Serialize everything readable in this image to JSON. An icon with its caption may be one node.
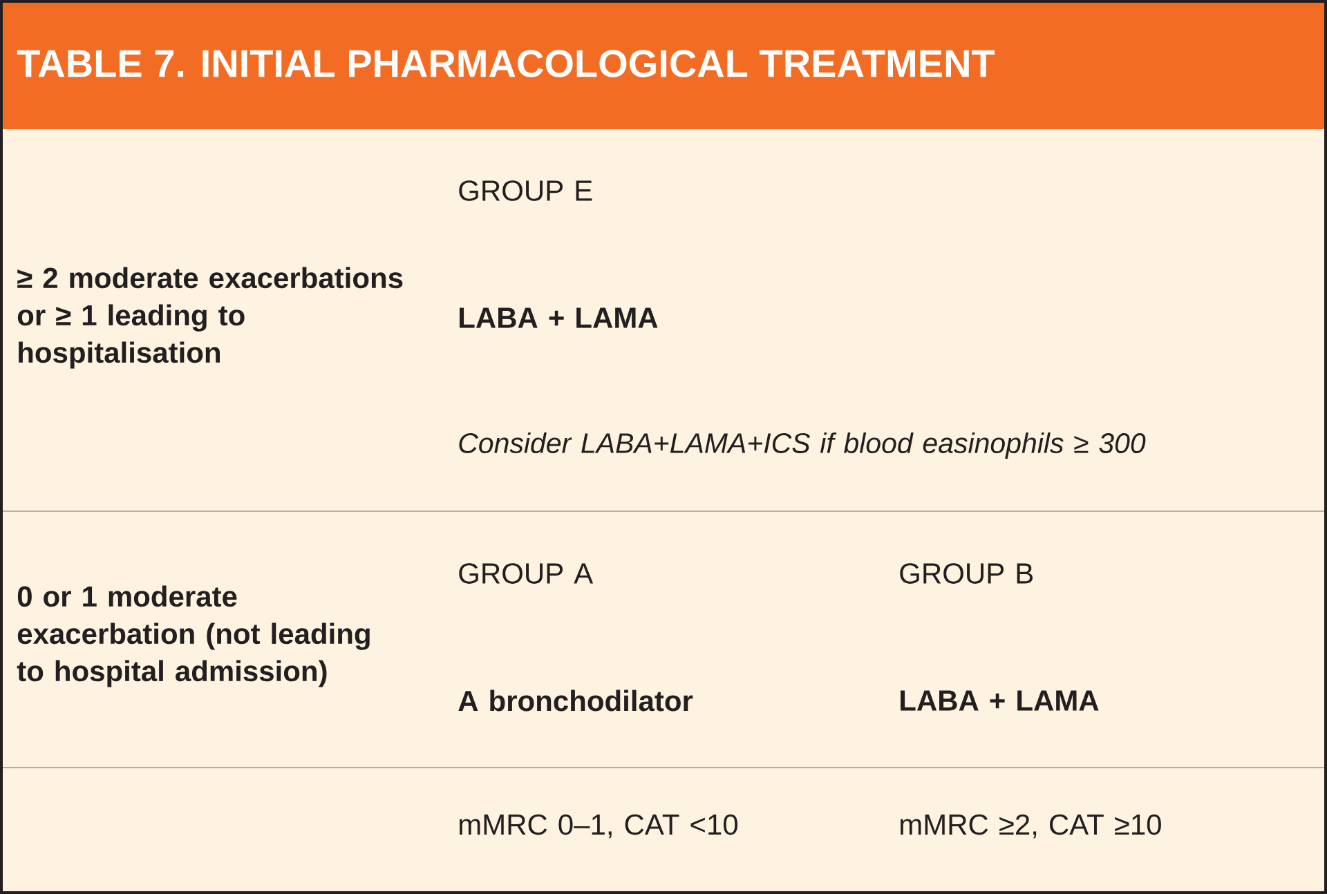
{
  "diagram": {
    "title": "TABLE 7. INITIAL PHARMACOLOGICAL TREATMENT",
    "labels": [
      "≥ 2 moderate exacerbations or ≥ 1 leading to hospitalisation",
      "GROUP E",
      "LABA + LAMA",
      "Consider LABA+LAMA+ICS if blood easinophils ≥ 300",
      "0 or 1 moderate exacerbation (not leading to hospital admission)",
      "GROUP A",
      "A bronchodilator",
      "GROUP B",
      "LABA + LAMA",
      "mMRC 0–1, CAT <10",
      "mMRC ≥2, CAT ≥10"
    ]
  }
}
